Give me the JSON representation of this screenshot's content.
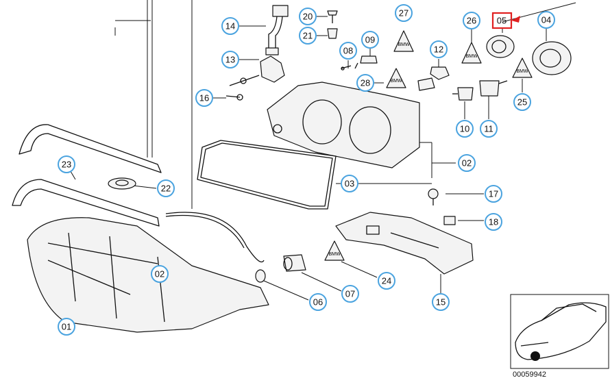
{
  "diagram": {
    "diagram_id": "00059942",
    "callouts": [
      "14",
      "20",
      "27",
      "26",
      "04",
      "21",
      "09",
      "13",
      "08",
      "12",
      "28",
      "16",
      "23",
      "22",
      "02",
      "03",
      "17",
      "18",
      "24",
      "15",
      "07",
      "06",
      "01",
      "10",
      "11",
      "25",
      "02"
    ],
    "highlighted_callout": "05",
    "highlight_color": "#e02020",
    "callout_ring_color": "#4aa3df",
    "warning_label_text": "BMW"
  }
}
